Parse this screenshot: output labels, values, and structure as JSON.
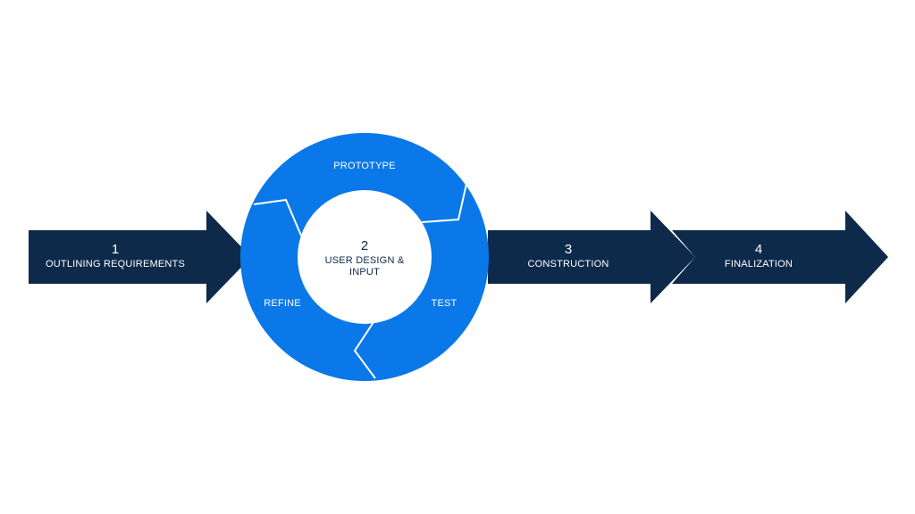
{
  "colors": {
    "arrow": "#0d2a4a",
    "ring": "#0a78e8",
    "hub": "#ffffff",
    "hub_text": "#0d2a4a"
  },
  "steps": [
    {
      "number": "1",
      "label": "OUTLINING REQUIREMENTS"
    },
    {
      "number": "2",
      "label_line1": "USER DESIGN &",
      "label_line2": "INPUT"
    },
    {
      "number": "3",
      "label": "CONSTRUCTION"
    },
    {
      "number": "4",
      "label": "FINALIZATION"
    }
  ],
  "cycle": {
    "top": "PROTOTYPE",
    "right": "TEST",
    "left": "REFINE"
  }
}
